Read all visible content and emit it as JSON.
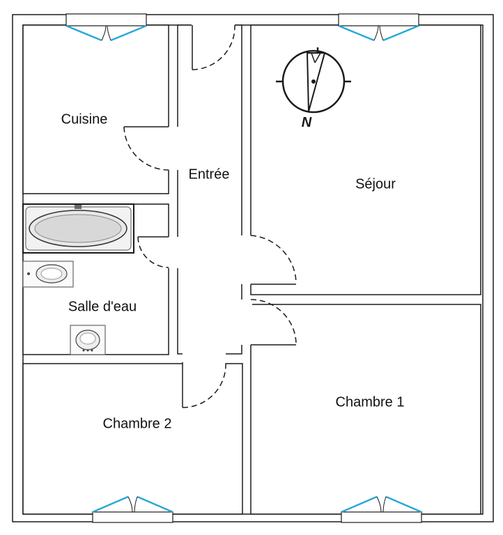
{
  "rooms": {
    "cuisine": "Cuisine",
    "entree": "Entrée",
    "sejour": "Séjour",
    "salle_eau": "Salle d'eau",
    "chambre1": "Chambre 1",
    "chambre2": "Chambre 2"
  },
  "compass": {
    "letter": "N"
  },
  "colors": {
    "wall": "#1a1a1a",
    "wall_fill": "#ffffff",
    "window": "#29a8d8",
    "door_swing": "#1a1a1a"
  }
}
